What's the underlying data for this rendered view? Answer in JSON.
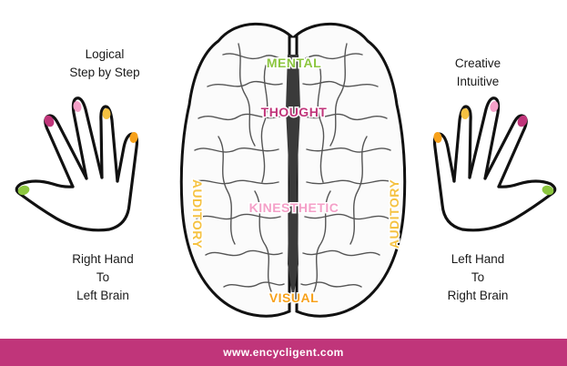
{
  "left_hand": {
    "traits": [
      "Logical",
      "Step by Step"
    ],
    "caption": [
      "Right Hand",
      "To",
      "Left Brain"
    ]
  },
  "right_hand": {
    "traits": [
      "Creative",
      "Intuitive"
    ],
    "caption": [
      "Left Hand",
      "To",
      "Right Brain"
    ]
  },
  "brain_labels": {
    "mental": "MENTAL",
    "thought": "THOUGHT",
    "kinesthetic": "KINESTHETIC",
    "auditory_left": "AUDITORY",
    "auditory_right": "AUDITORY",
    "visual": "VISUAL"
  },
  "footer": {
    "url": "www.encycligent.com"
  },
  "colors": {
    "mental": "#8cc63f",
    "thought": "#c0357a",
    "kinesthetic": "#f4a0c8",
    "auditory": "#f5c242",
    "visual": "#f7a11a",
    "footer_bg": "#c0357a"
  }
}
